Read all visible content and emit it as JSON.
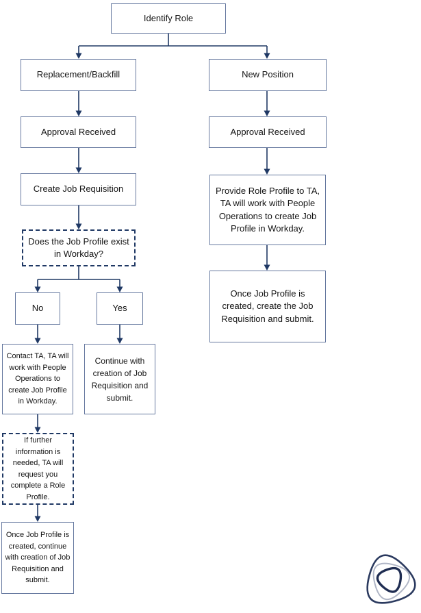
{
  "nodes": {
    "identify_role": "Identify Role",
    "replacement_backfill": "Replacement/Backfill",
    "new_position": "New Position",
    "approval_received_left": "Approval Received",
    "approval_received_right": "Approval Received",
    "create_job_requisition": "Create Job Requisition",
    "does_job_profile_exist": "Does the Job Profile exist in Workday?",
    "no": "No",
    "yes": "Yes",
    "contact_ta": "Contact TA, TA will work with People Operations to create Job Profile in Workday.",
    "continue_with_creation": "Continue with creation of Job Requisition and submit.",
    "provide_role_profile": "Provide Role Profile to TA, TA will work with People Operations to create Job Profile in Workday.",
    "once_created_right": "Once Job Profile is created, create the Job Requisition and submit.",
    "if_further_information": "If further information is needed, TA will request you complete a Role Profile.",
    "once_created_left": "Once Job Profile is created, continue with creation of Job Requisition and submit."
  },
  "icons": {
    "logo": "nested-rounded-triangle-spiral-logo"
  },
  "colors": {
    "box_border": "#64779e",
    "dashed_border": "#1f3864",
    "connector": "#1f3864",
    "text": "#141414",
    "logo_dark": "#2b3a5f",
    "logo_light": "#b0b6c6",
    "logo_inner": "#1f2d52",
    "background": "#ffffff"
  }
}
